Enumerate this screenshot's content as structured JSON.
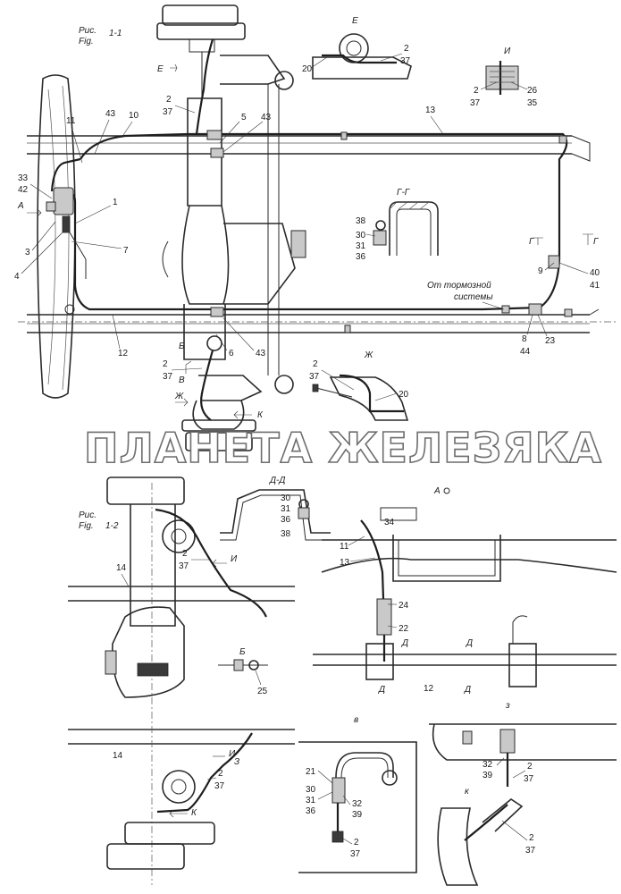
{
  "figure_1": {
    "label_ru": "Рис.",
    "label_num": "1-1",
    "label_en": "Fig."
  },
  "figure_2": {
    "label_ru": "Рис.",
    "label_num": "1-2",
    "label_en": "Fig."
  },
  "watermark": "ПЛАНЕТА ЖЕЛЕЗЯКА",
  "section_views": {
    "E": "Е",
    "I": "И",
    "GG": "Г-Г",
    "ZH": "Ж",
    "DD": "Д-Д",
    "A": "А",
    "B": "Б",
    "V": "в",
    "Z": "з",
    "K": "к"
  },
  "section_marks": {
    "E": "Е",
    "A": "А",
    "G1": "Г",
    "G2": "Г",
    "B": "Б",
    "V": "В",
    "ZH": "Ж",
    "K": "К",
    "I_low1": "И",
    "I_low2": "И",
    "Z_low": "З",
    "K_low": "К",
    "D1": "Д",
    "D2": "Д",
    "D3": "Д",
    "D4": "Д"
  },
  "callouts": {
    "c2a": "2",
    "c37a": "37",
    "c20a": "20",
    "c2b": "2",
    "c37b": "37",
    "c2c": "2",
    "c37c": "37",
    "c26": "26",
    "c35": "35",
    "c11a": "11",
    "c43a": "43",
    "c10": "10",
    "c13a": "13",
    "c5": "5",
    "c43b": "43",
    "c33": "33",
    "c42": "42",
    "c1": "1",
    "c3": "3",
    "c4": "4",
    "c7": "7",
    "c38a": "38",
    "c30a": "30",
    "c31a": "31",
    "c36a": "36",
    "c9": "9",
    "c40": "40",
    "c41": "41",
    "c12a": "12",
    "c6": "6",
    "c43c": "43",
    "c2d": "2",
    "c37d": "37",
    "c8": "8",
    "c44": "44",
    "c23": "23",
    "c2e": "2",
    "c37e": "37",
    "c20b": "20",
    "c30b": "30",
    "c31b": "31",
    "c36b": "36",
    "c38b": "38",
    "c34": "34",
    "c11b": "11",
    "c13b": "13",
    "c24": "24",
    "c22": "22",
    "c12b": "12",
    "c14a": "14",
    "c2f": "2",
    "c37f": "37",
    "c25": "25",
    "c14b": "14",
    "c2g": "2",
    "c37g": "37",
    "c21": "21",
    "c30c": "30",
    "c31c": "31",
    "c36c": "36",
    "c32a": "32",
    "c39a": "39",
    "c2h": "2",
    "c37h": "37",
    "c32b": "32",
    "c39b": "39",
    "c2i": "2",
    "c37i": "37",
    "c2j": "2",
    "c37j": "37"
  },
  "note_brake": {
    "line1": "От тормозной",
    "line2": "системы"
  }
}
